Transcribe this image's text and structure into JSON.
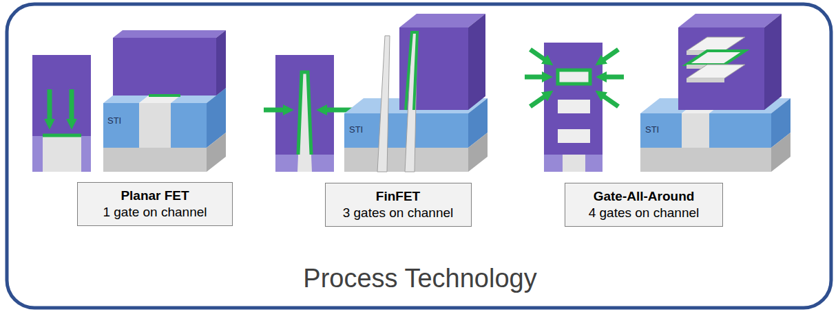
{
  "diagram": {
    "caption": "Process Technology",
    "nodes": [
      {
        "text": [
          "Planar FET",
          "1 gate on channel"
        ]
      },
      {
        "text": [
          "FinFET",
          "3 gates on channel"
        ]
      },
      {
        "text": [
          "Gate-All-Around",
          "4 gates on channel"
        ]
      }
    ],
    "labels": [
      "STI",
      "STI",
      "STI"
    ]
  }
}
